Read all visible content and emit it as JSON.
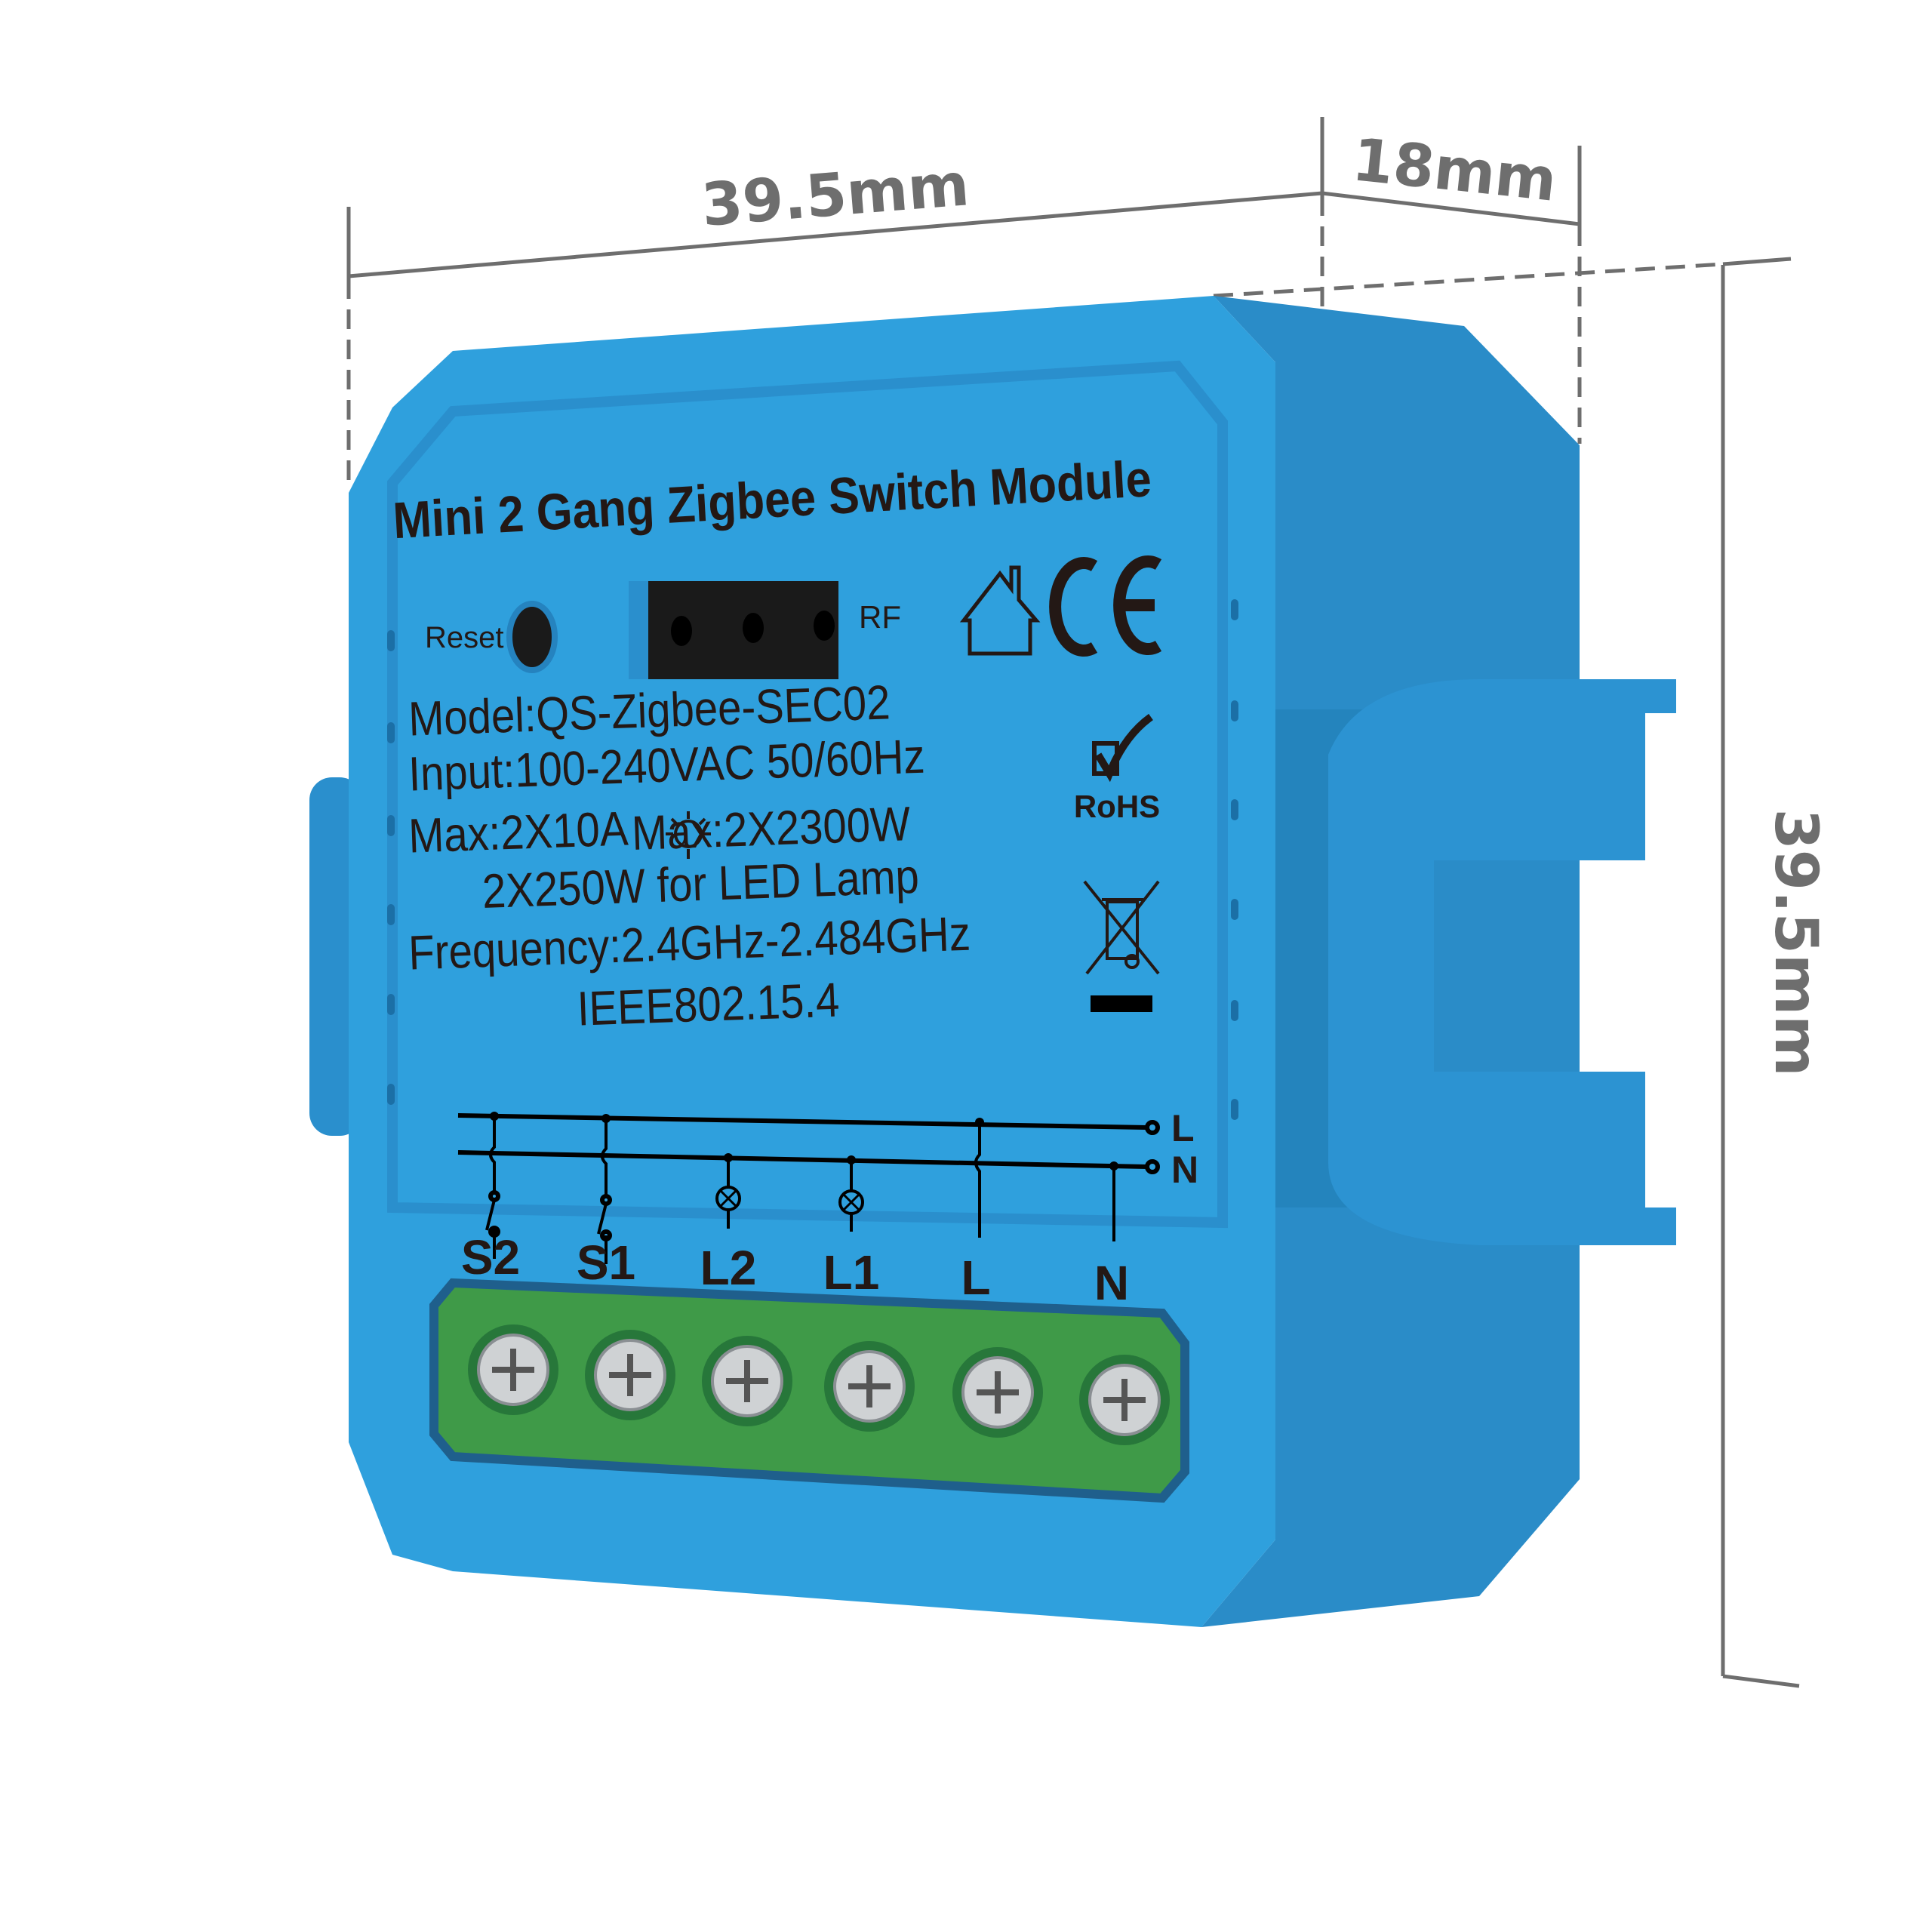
{
  "dimensions": {
    "width": "39.5mm",
    "depth": "18mm",
    "height": "39.5mm"
  },
  "device": {
    "title": "Mini 2 Gang Zigbee Switch Module",
    "reset_label": "Reset",
    "rf_label": "RF",
    "specs": [
      "Model:QS-Zigbee-SEC02",
      "Input:100-240VAC 50/60Hz",
      "Max:2X10A",
      "Max:2X2300W",
      "2X250W for LED Lamp",
      "Frequency:2.4GHz-2.484GHz",
      "IEEE802.15.4"
    ],
    "rohs_label": "RoHS",
    "ce_mark": "CE",
    "wiring_lines": [
      "L",
      "N"
    ],
    "terminals": [
      "S2",
      "S1",
      "L2",
      "L1",
      "L",
      "N"
    ]
  },
  "colors": {
    "body": "#2fa0dd",
    "side": "#2a8cc8",
    "terminal": "#3f9a48",
    "dimension": "#6e6e6e"
  }
}
